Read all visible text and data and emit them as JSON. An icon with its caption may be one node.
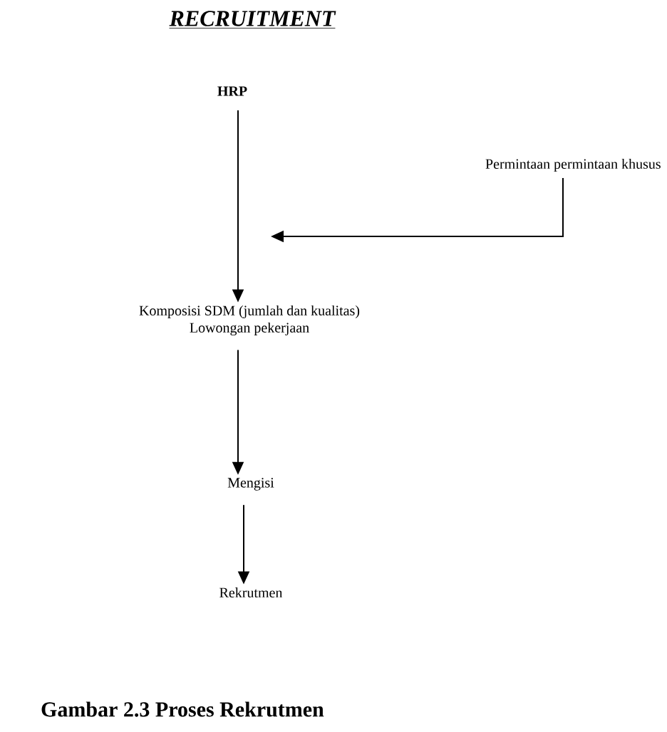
{
  "diagram": {
    "title": "RECRUITMENT",
    "caption": "Gambar 2.3 Proses Rekrutmen",
    "nodes": [
      {
        "text": [
          "HRP"
        ]
      },
      {
        "text": [
          "Permintaan permintaan khusus"
        ]
      },
      {
        "text": [
          "Komposisi SDM (jumlah dan kualitas)",
          "Lowongan pekerjaan"
        ]
      },
      {
        "text": [
          "Mengisi"
        ]
      },
      {
        "text": [
          "Rekrutmen"
        ]
      }
    ],
    "edges": [
      {
        "from": 0,
        "to": 2,
        "arrow": "to"
      },
      {
        "from": 1,
        "to": 2,
        "arrow": "to"
      },
      {
        "from": 2,
        "to": 3,
        "arrow": "to"
      },
      {
        "from": 3,
        "to": 4,
        "arrow": "to"
      }
    ]
  }
}
